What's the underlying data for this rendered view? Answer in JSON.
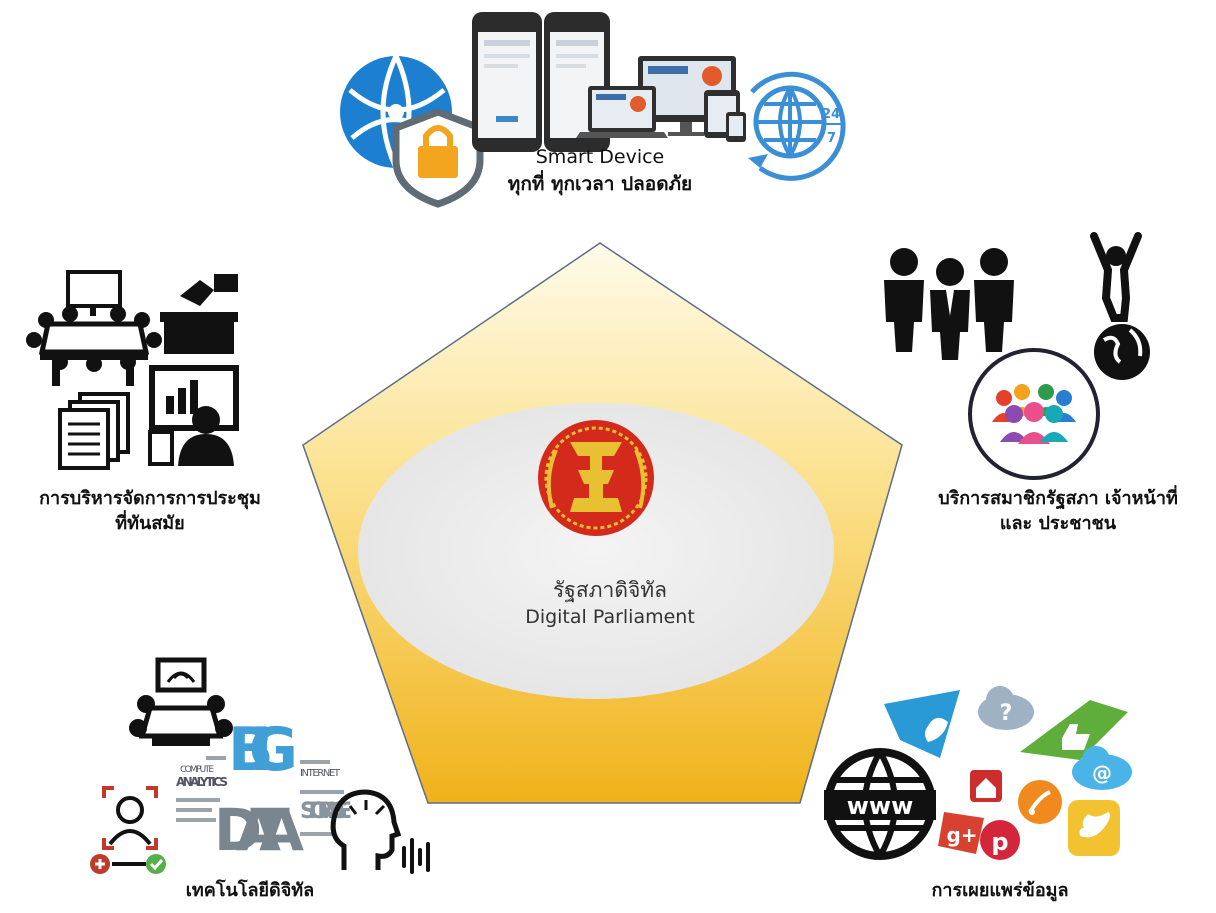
{
  "center": {
    "title_th": "รัฐสภาดิจิทัล",
    "title_en": "Digital Parliament",
    "emblem": "parliament-emblem"
  },
  "nodes": {
    "top": {
      "line1": "Smart Device",
      "line2": "ทุกที่ ทุกเวลา ปลอดภัย",
      "icons": [
        "network-globe-icon",
        "shield-lock-icon",
        "smartphone-icon",
        "monitor-icon",
        "laptop-icon",
        "tablet-icon",
        "globe-24-7-icon"
      ],
      "badge": "24/7"
    },
    "left": {
      "line1": "การบริหารจัดการการประชุม",
      "line2": "ที่ทันสมัย",
      "icons": [
        "meeting-table-icon",
        "ballot-box-icon",
        "documents-icon",
        "presentation-icon"
      ]
    },
    "right": {
      "line1": "บริการสมาชิกรัฐสภา เจ้าหน้าที่",
      "line2": "และ ประชาชน",
      "icons": [
        "business-people-icon",
        "person-on-globe-icon",
        "team-group-icon"
      ]
    },
    "bottom_left": {
      "line1": "เทคโนโลยีดิจิทัล",
      "icons": [
        "conference-icon",
        "face-scan-icon",
        "voice-head-icon"
      ],
      "wordcloud": [
        "BIG",
        "DATA",
        "ANALYTICS",
        "STORAGE",
        "INTERNET",
        "COMPUTE"
      ]
    },
    "bottom_right": {
      "line1": "การเผยแพร่ข้อมูล",
      "icons": [
        "www-globe-icon",
        "twitter-icon",
        "help-cloud-icon",
        "like-icon",
        "email-cloud-icon",
        "home-icon",
        "google-plus-icon",
        "pinterest-icon",
        "rss-icon",
        "twitter-square-icon"
      ],
      "www": "www"
    }
  },
  "colors": {
    "pentagon_top": "#fff6d8",
    "pentagon_bottom": "#f2b81e",
    "ellipse": "#eeeeee",
    "emblem_red": "#d42a1c",
    "emblem_gold": "#e8c133"
  }
}
